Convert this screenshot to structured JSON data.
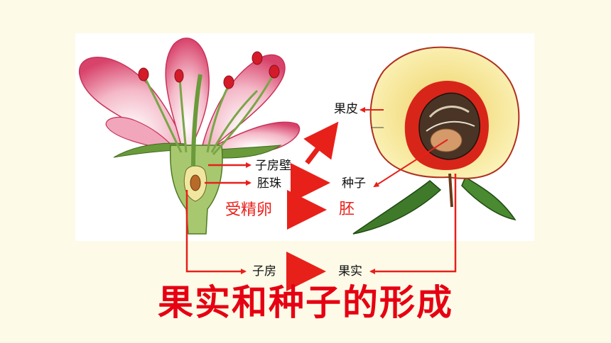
{
  "labels": {
    "ovary_wall": "子房壁",
    "ovule": "胚珠",
    "fertilized_egg": "受精卵",
    "pericarp": "果皮",
    "seed": "种子",
    "embryo": "胚",
    "ovary": "子房",
    "fruit": "果实"
  },
  "title": "果实和种子的形成",
  "colors": {
    "arrow": "#e8201a",
    "title": "#e60012",
    "background": "#fdfbe8"
  }
}
